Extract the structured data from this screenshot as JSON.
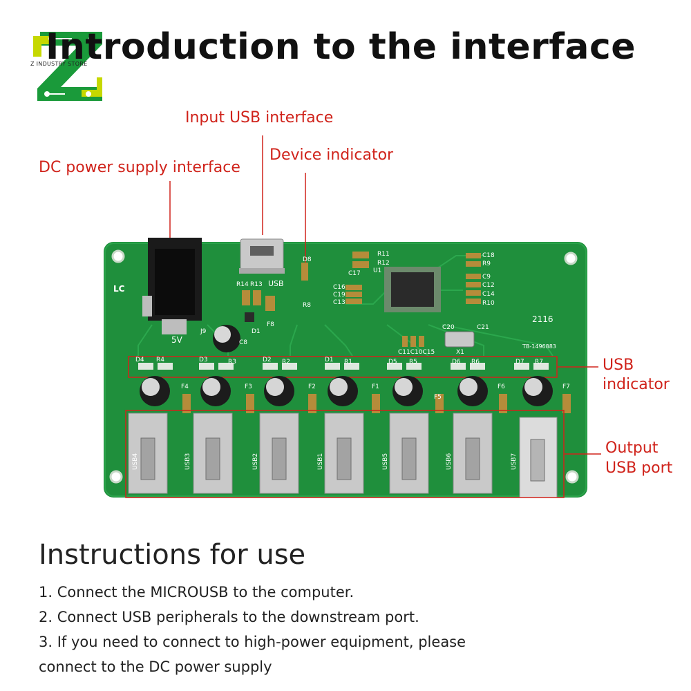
{
  "title": "Introduction to the interface",
  "logo": {
    "text": "Z INDUSTRY STORE",
    "primary_color": "#1a9a3a",
    "accent_color": "#c6d800"
  },
  "callouts": {
    "input_usb": "Input USB interface",
    "device_indicator": "Device indicator",
    "dc_power": "DC power supply interface",
    "usb_indicator_line1": "USB",
    "usb_indicator_line2": "indicator",
    "output_usb_line1": "Output",
    "output_usb_line2": "USB port"
  },
  "board": {
    "color": "#1f8f3c",
    "silkscreen": {
      "lc": "LC",
      "five_v": "5V",
      "usb": "USB",
      "model": "TB-1496883",
      "date": "2116",
      "r14": "R14",
      "r13": "R13",
      "r11": "R11",
      "r12": "R12",
      "c18": "C18",
      "r9": "R9",
      "c9": "C9",
      "c12": "C12",
      "c14": "C14",
      "r10": "R10",
      "c16": "C16",
      "c19": "C19",
      "c13": "C13",
      "c17": "C17",
      "u1": "U1",
      "d8": "D8",
      "r8": "R8",
      "f8": "F8",
      "j9": "J9",
      "d1_top": "D1",
      "c8": "C8",
      "c20": "C20",
      "c21": "C21",
      "x1": "X1",
      "c11c10c15": "C11C10C15"
    },
    "indicator_labels": [
      {
        "d": "D4",
        "r": "R4"
      },
      {
        "d": "D3",
        "r": "R3"
      },
      {
        "d": "D2",
        "r": "R2"
      },
      {
        "d": "D1",
        "r": "R1"
      },
      {
        "d": "D5",
        "r": "R5"
      },
      {
        "d": "D6",
        "r": "R6"
      },
      {
        "d": "D7",
        "r": "R7"
      }
    ],
    "fuse_labels": [
      "F4",
      "F3",
      "F2",
      "F1",
      "F5",
      "F6",
      "F7"
    ],
    "port_labels": [
      "USB4",
      "USB3",
      "USB2",
      "USB1",
      "USB5",
      "USB6",
      "USB7"
    ]
  },
  "instructions": {
    "title": "Instructions for use",
    "steps": [
      "1. Connect the MICROUSB to the computer.",
      "2. Connect USB peripherals to the downstream port.",
      "3. If you need to connect to high-power equipment, please",
      "connect to the DC power supply"
    ]
  }
}
